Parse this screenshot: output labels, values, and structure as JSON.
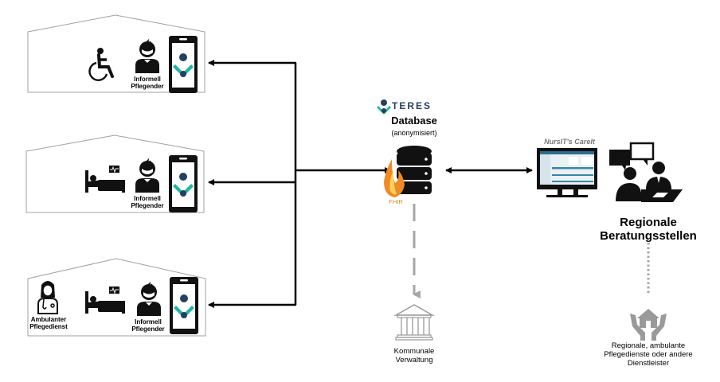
{
  "households": [
    {
      "name": "household-1",
      "members": [
        {
          "icon": "wheelchair-icon",
          "label": ""
        },
        {
          "icon": "caregiver-person-icon",
          "label_line1": "Informell",
          "label_line2": "Pflegender"
        },
        {
          "icon": "smartphone-app-icon",
          "label": ""
        }
      ]
    },
    {
      "name": "household-2",
      "members": [
        {
          "icon": "patient-bed-monitor-icon",
          "label": ""
        },
        {
          "icon": "caregiver-person-icon",
          "label_line1": "Informell",
          "label_line2": "Pflegender"
        },
        {
          "icon": "smartphone-app-icon",
          "label": ""
        }
      ]
    },
    {
      "name": "household-3",
      "members": [
        {
          "icon": "nurse-icon",
          "label_line1": "Ambulanter",
          "label_line2": "Pflegedienst"
        },
        {
          "icon": "patient-bed-monitor-icon",
          "label": ""
        },
        {
          "icon": "caregiver-person-icon",
          "label_line1": "Informell",
          "label_line2": "Pflegender"
        },
        {
          "icon": "smartphone-app-icon",
          "label": ""
        }
      ]
    }
  ],
  "database": {
    "brand": "TERES",
    "title": "Database",
    "subtitle": "(anonymisiert)",
    "standard": "FHIR"
  },
  "careit": {
    "label": "NursIT's CareIt"
  },
  "counseling": {
    "title_line1": "Regionale",
    "title_line2": "Beratungsstellen"
  },
  "municipal": {
    "label_line1": "Kommunale",
    "label_line2": "Verwaltung"
  },
  "providers": {
    "label_line1": "Regionale, ambulante",
    "label_line2": "Pflegedienste oder andere",
    "label_line3": "Dienstleister"
  },
  "colors": {
    "teal": "#1fb5a3",
    "navy": "#24405f",
    "gray_line": "#a0a0a0",
    "flame": "#f08a24"
  }
}
